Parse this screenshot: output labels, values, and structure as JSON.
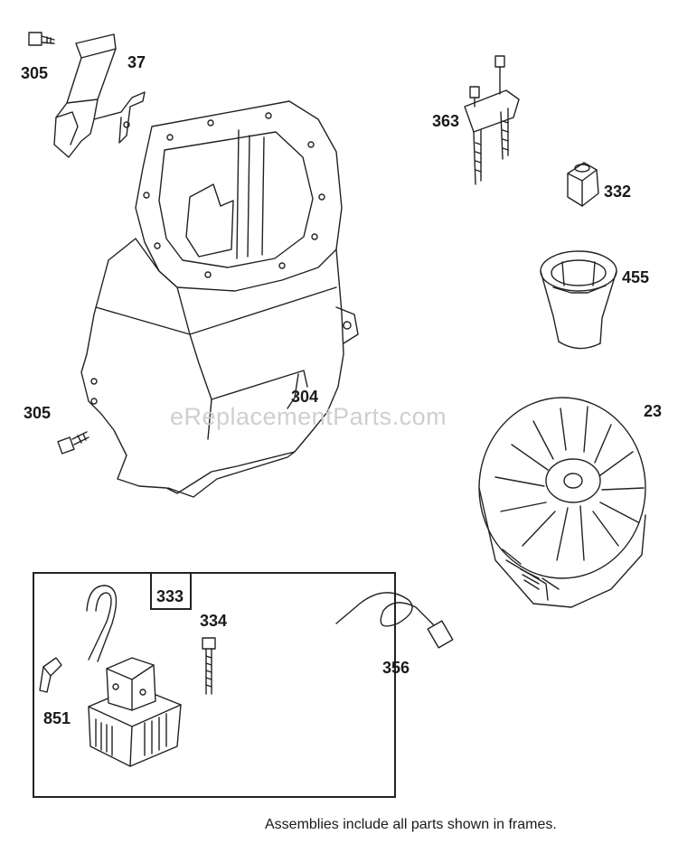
{
  "parts": {
    "p305_top": "305",
    "p37": "37",
    "p363": "363",
    "p332": "332",
    "p455": "455",
    "p305_mid": "305",
    "p304": "304",
    "p23": "23",
    "p333": "333",
    "p334": "334",
    "p851": "851",
    "p356": "356"
  },
  "watermark": "eReplacementParts.com",
  "footer": "Assemblies include all parts shown in frames."
}
